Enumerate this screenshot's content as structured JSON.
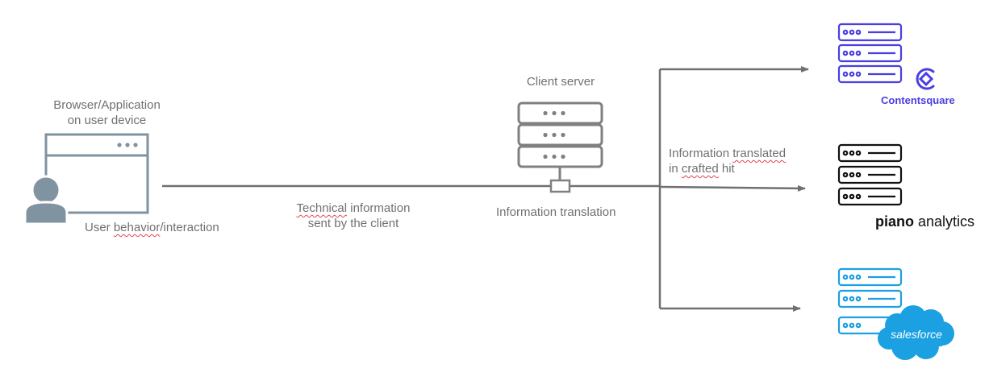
{
  "browser": {
    "label_line1": "Browser/Application",
    "label_line2": "on user device",
    "interaction_prefix": "User ",
    "interaction_word": "behavior",
    "interaction_suffix": "/interaction"
  },
  "flow_main": {
    "line1_word": "Technical",
    "line1_rest": " information",
    "line2": "sent by the client"
  },
  "client_server": {
    "title": "Client server",
    "translation_label": "Information translation"
  },
  "flow_out": {
    "line1_prefix": "Information ",
    "line1_word": "translated",
    "line2_prefix": "in ",
    "line2_word": "crafted",
    "line2_suffix": " hit"
  },
  "destinations": [
    {
      "id": "contentsquare",
      "brand": "Contentsquare",
      "color": "#4a3fe0"
    },
    {
      "id": "piano",
      "brand_bold": "piano",
      "brand_rest": " analytics",
      "color": "#111111"
    },
    {
      "id": "salesforce",
      "brand": "salesforce",
      "color": "#1ba0e2"
    }
  ],
  "colors": {
    "line": "#707070",
    "window": "#8093a0",
    "server": "#808080"
  }
}
